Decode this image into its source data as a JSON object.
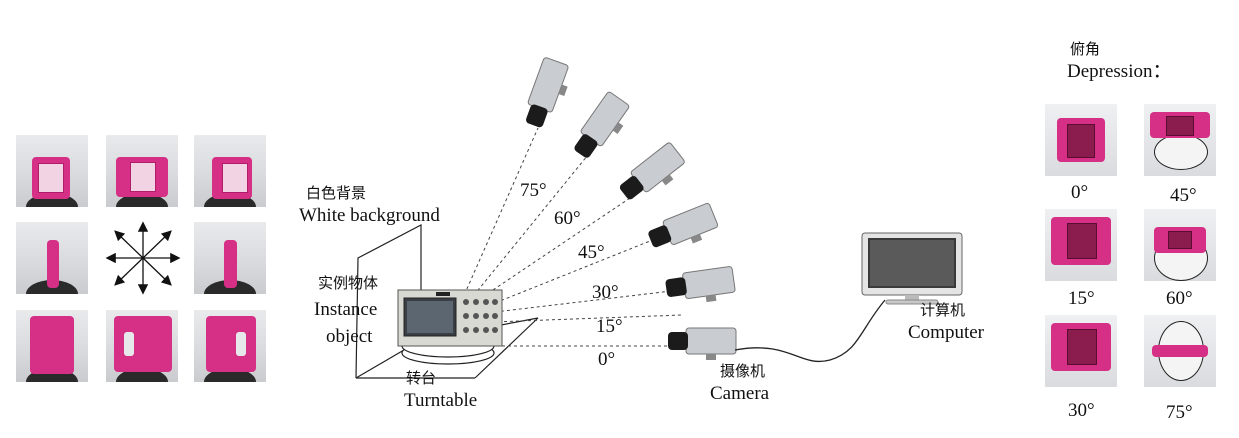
{
  "labels": {
    "white_background_cn": "白色背景",
    "white_background_en": "White background",
    "instance_cn": "实例物体",
    "instance_en_1": "Instance",
    "instance_en_2": "object",
    "turntable_cn": "转台",
    "turntable_en": "Turntable",
    "camera_cn": "摄像机",
    "camera_en": "Camera",
    "computer_cn": "计算机",
    "computer_en": "Computer",
    "depression_cn": "俯角",
    "depression_en": "Depression："
  },
  "camera_angles": [
    "75°",
    "60°",
    "45°",
    "30°",
    "15°",
    "0°"
  ],
  "depression_angles": [
    "0°",
    "45°",
    "15°",
    "60°",
    "30°",
    "75°"
  ],
  "colors": {
    "object": "#d62f86",
    "line": "#333333",
    "background": "#ffffff"
  },
  "icons": {
    "direction": "eight-way-arrows-icon",
    "camera": "cctv-camera-icon",
    "turntable": "oscilloscope-turntable-icon",
    "computer": "monitor-icon"
  }
}
